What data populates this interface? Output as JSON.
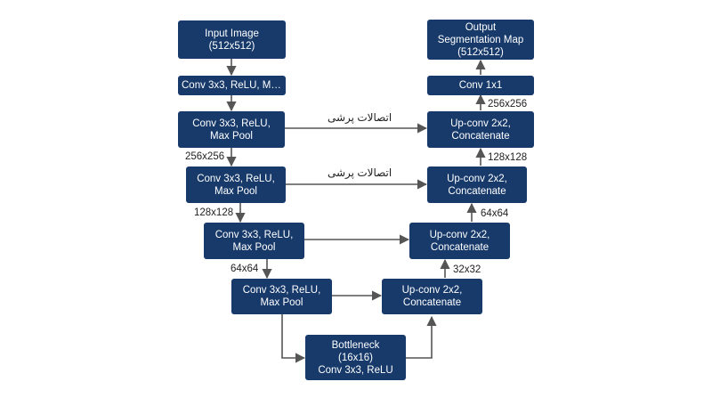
{
  "colors": {
    "box_fill": "#173a6b",
    "box_text": "#ffffff",
    "arrow": "#555555",
    "label_text": "#222222"
  },
  "nodes": {
    "input": [
      "Input Image",
      "(512x512)"
    ],
    "enc1": [
      "Conv 3x3, ReLU, Max..."
    ],
    "enc2": [
      "Conv 3x3, ReLU,",
      "Max Pool"
    ],
    "enc3": [
      "Conv 3x3, ReLU,",
      "Max Pool"
    ],
    "enc4": [
      "Conv 3x3, ReLU,",
      "Max Pool"
    ],
    "enc5": [
      "Conv 3x3, ReLU,",
      "Max Pool"
    ],
    "bottleneck": [
      "Bottleneck",
      "(16x16)",
      "Conv 3x3, ReLU"
    ],
    "dec4": [
      "Up-conv 2x2,",
      "Concatenate"
    ],
    "dec3": [
      "Up-conv 2x2,",
      "Concatenate"
    ],
    "dec2": [
      "Up-conv 2x2,",
      "Concatenate"
    ],
    "dec1": [
      "Up-conv 2x2,",
      "Concatenate"
    ],
    "final_conv": [
      "Conv 1x1"
    ],
    "output": [
      "Output",
      "Segmentation Map",
      "(512x512)"
    ]
  },
  "labels": {
    "enc_256": "256x256",
    "enc_128": "128x128",
    "enc_64": "64x64",
    "dec_32": "32x32",
    "dec_64": "64x64",
    "dec_128": "128x128",
    "dec_256": "256x256",
    "skip_1": "اتصالات پرشی",
    "skip_2": "اتصالات پرشی"
  }
}
